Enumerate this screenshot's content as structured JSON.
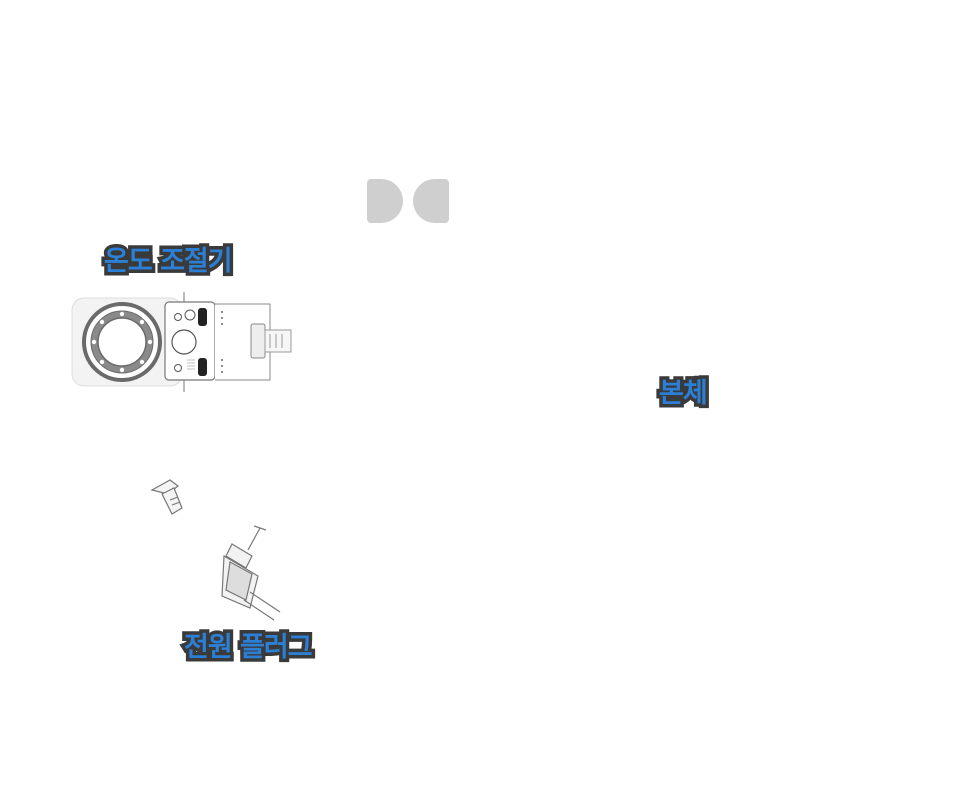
{
  "labels": {
    "controller": "온도 조절기",
    "body": "본체",
    "plug": "전원 플러그"
  },
  "colors": {
    "label_fill": "#2b7fd4",
    "label_outline": "#3a3a3a",
    "page_mark": "#cfcfcf",
    "line_art": "#666666"
  },
  "icons": {
    "dial": "temperature-dial-icon",
    "plug": "power-plug-icon",
    "connector": "connector-icon"
  }
}
